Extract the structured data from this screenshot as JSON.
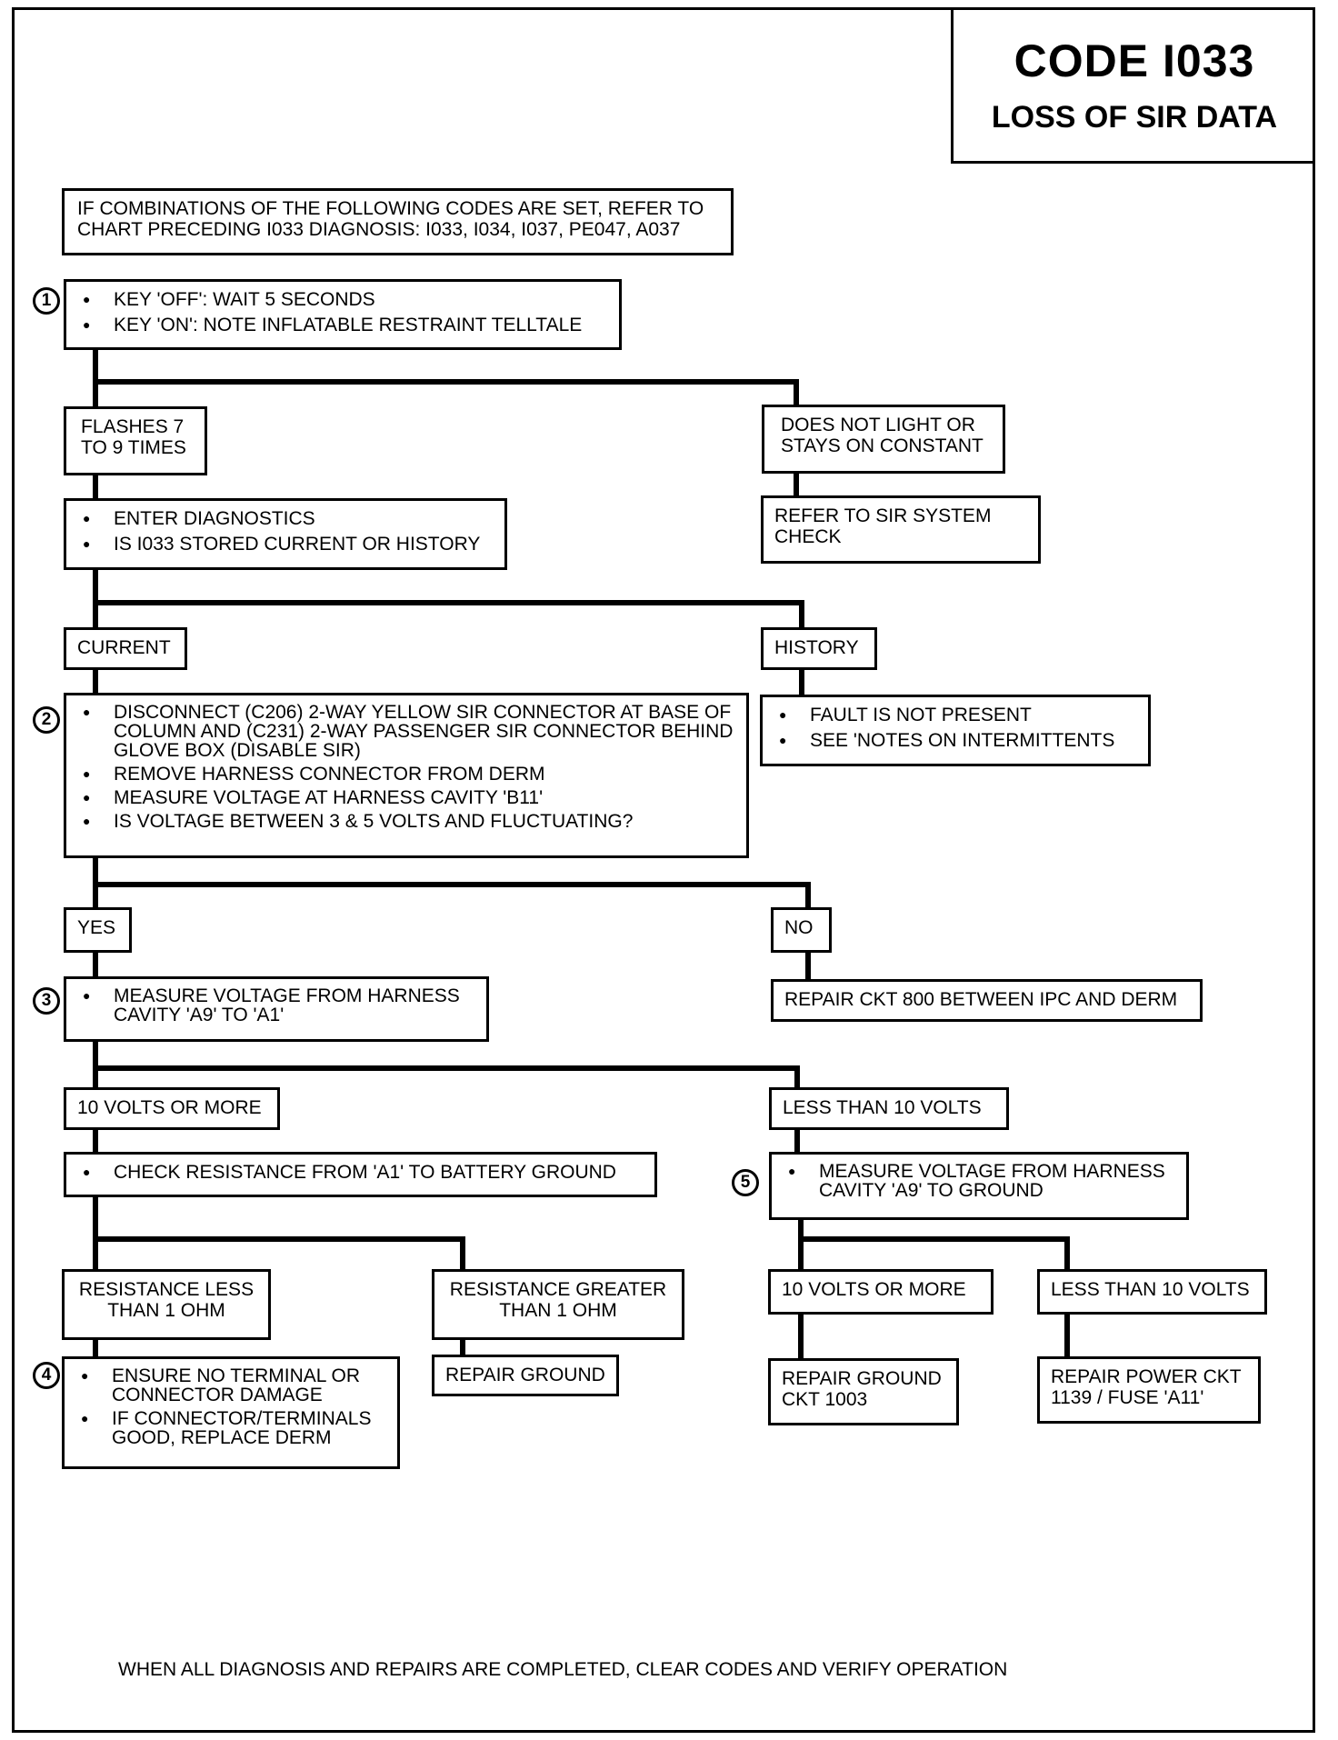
{
  "title": {
    "code": "CODE  I033",
    "subtitle": "LOSS OF SIR DATA"
  },
  "note": "IF COMBINATIONS OF THE FOLLOWING CODES ARE SET, REFER TO CHART PRECEDING I033 DIAGNOSIS: I033, I034, I037, PE047, A037",
  "step1": {
    "number": "1",
    "items": [
      "KEY 'OFF':  WAIT 5 SECONDS",
      "KEY 'ON':  NOTE INFLATABLE RESTRAINT TELLTALE"
    ]
  },
  "flashes": "FLASHES 7 TO 9 TIMES",
  "no_light": "DOES NOT LIGHT OR STAYS ON CONSTANT",
  "sir_check": "REFER TO  SIR SYSTEM CHECK",
  "enter_diag": {
    "items": [
      "ENTER DIAGNOSTICS",
      "IS I033 STORED CURRENT OR HISTORY"
    ]
  },
  "current": "CURRENT",
  "history": "HISTORY",
  "step2": {
    "number": "2",
    "items": [
      "DISCONNECT (C206) 2-WAY YELLOW SIR CONNECTOR AT BASE OF COLUMN AND (C231) 2-WAY PASSENGER SIR CONNECTOR BEHIND GLOVE BOX (DISABLE SIR)",
      "REMOVE HARNESS CONNECTOR FROM DERM",
      "MEASURE VOLTAGE AT HARNESS CAVITY 'B11'",
      "IS VOLTAGE BETWEEN 3 & 5 VOLTS AND FLUCTUATING?"
    ]
  },
  "history_box": {
    "items": [
      "FAULT IS NOT PRESENT",
      "SEE 'NOTES ON INTERMITTENTS"
    ]
  },
  "yes": "YES",
  "no": "NO",
  "step3": {
    "number": "3",
    "items": [
      "MEASURE VOLTAGE FROM HARNESS CAVITY 'A9' TO 'A1'"
    ]
  },
  "repair_800": "REPAIR CKT 800 BETWEEN IPC AND DERM",
  "ten_or_more_1": "10 VOLTS OR MORE",
  "less_than_10_1": "LESS THAN 10 VOLTS",
  "check_res": {
    "items": [
      "CHECK RESISTANCE FROM 'A1' TO  BATTERY GROUND"
    ]
  },
  "step5": {
    "number": "5",
    "items": [
      "MEASURE VOLTAGE FROM HARNESS CAVITY 'A9' TO GROUND"
    ]
  },
  "res_less": "RESISTANCE LESS THAN 1  OHM",
  "res_greater": "RESISTANCE GREATER THAN 1  OHM",
  "ten_or_more_2": "10 VOLTS OR MORE",
  "less_than_10_2": "LESS THAN 10 VOLTS",
  "step4": {
    "number": "4",
    "items": [
      "ENSURE NO TERMINAL OR CONNECTOR DAMAGE",
      "IF CONNECTOR/TERMINALS GOOD, REPLACE DERM"
    ]
  },
  "repair_ground": "REPAIR GROUND",
  "repair_ground_1003": "REPAIR GROUND CKT 1003",
  "repair_power": "REPAIR POWER CKT 1139 / FUSE 'A11'",
  "footer": "WHEN ALL DIAGNOSIS AND REPAIRS ARE COMPLETED, CLEAR CODES AND VERIFY OPERATION"
}
